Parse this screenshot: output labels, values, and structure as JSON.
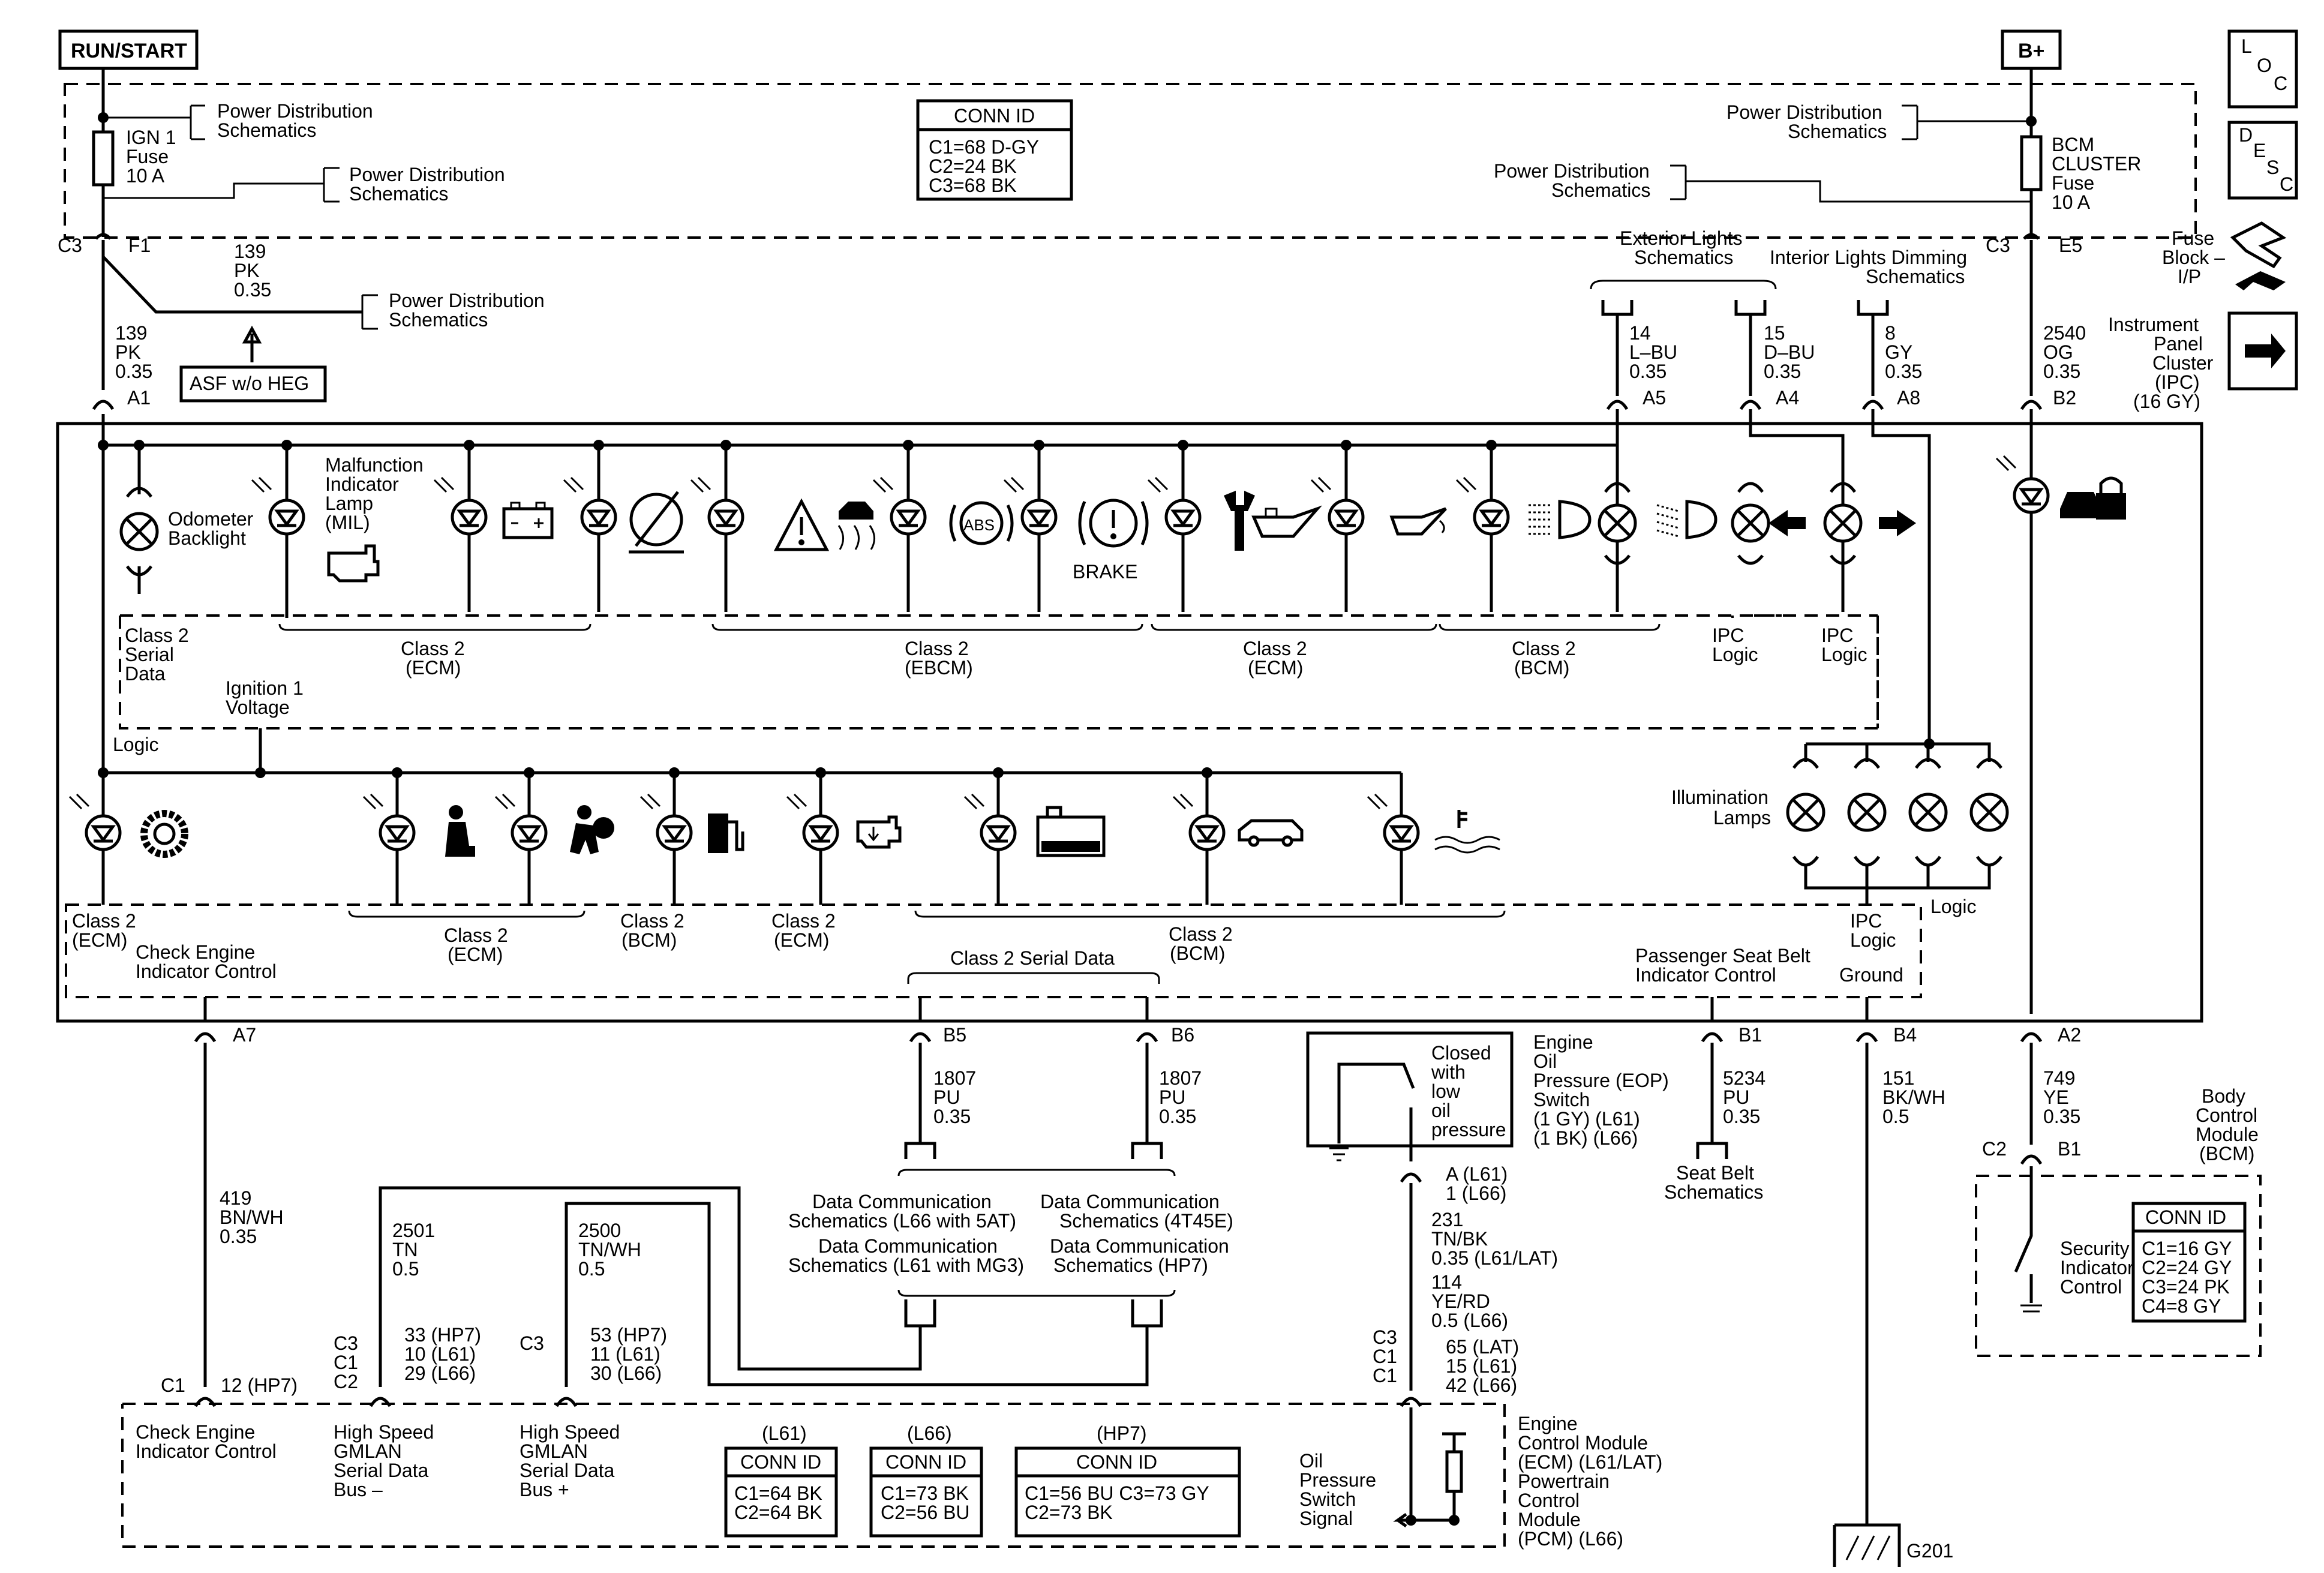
{
  "power": {
    "run_start": "RUN/START",
    "b_plus": "B+"
  },
  "fuses": {
    "ign1": [
      "IGN 1",
      "Fuse",
      "10 A"
    ],
    "bcm_cluster": [
      "BCM",
      "CLUSTER",
      "Fuse",
      "10 A"
    ]
  },
  "power_dist": [
    "Power Distribution",
    "Schematics"
  ],
  "conn_top": {
    "title": "CONN ID",
    "rows": [
      "C1=68 D-GY",
      "C2=24 BK",
      "C3=68 BK"
    ]
  },
  "side_icons": {
    "loc": [
      "L",
      "O",
      "C"
    ],
    "desc": [
      "D",
      "E",
      "S",
      "C"
    ],
    "fuse_block": [
      "Fuse",
      "Block –",
      "I/P"
    ],
    "ipc_label": [
      "Instrument",
      "Panel",
      "Cluster",
      "(IPC)",
      "(16 GY)"
    ]
  },
  "ign_wires": {
    "c3": "C3",
    "f1": "F1",
    "w139_top": [
      "139",
      "PK",
      "0.35"
    ],
    "w139_low": [
      "139",
      "PK",
      "0.35"
    ],
    "a1": "A1",
    "asf": "ASF w/o HEG"
  },
  "bplus_wires": {
    "c3": "C3",
    "e5": "E5",
    "w2540": [
      "2540",
      "OG",
      "0.35"
    ],
    "b2": "B2"
  },
  "exterior": {
    "title": [
      "Exterior Lights",
      "Schematics"
    ],
    "w14": [
      "14",
      "L–BU",
      "0.35"
    ],
    "a5": "A5",
    "w15": [
      "15",
      "D–BU",
      "0.35"
    ],
    "a4": "A4"
  },
  "interior": {
    "title": [
      "Interior Lights Dimming",
      "Schematics"
    ],
    "w8": [
      "8",
      "GY",
      "0.35"
    ],
    "a8": "A8"
  },
  "ipc_top": {
    "odometer": [
      "Odometer",
      "Backlight"
    ],
    "mil": [
      "Malfunction",
      "Indicator",
      "Lamp",
      "(MIL)"
    ],
    "brake": "BRAKE",
    "abs": "ABS",
    "class2_serial": [
      "Class 2",
      "Serial",
      "Data"
    ],
    "groups": [
      [
        "Class 2",
        "(ECM)"
      ],
      [
        "Class 2",
        "(EBCM)"
      ],
      [
        "Class 2",
        "(ECM)"
      ],
      [
        "Class 2",
        "(BCM)"
      ]
    ],
    "ipc_logic": [
      "IPC",
      "Logic"
    ],
    "ignition_voltage": [
      "Ignition 1",
      "Voltage"
    ],
    "logic": "Logic"
  },
  "ipc_bottom": {
    "class2_ecm_left": [
      "Class 2",
      "(ECM)"
    ],
    "check_engine": [
      "Check Engine",
      "Indicator Control"
    ],
    "group_ecm": [
      "Class 2",
      "(ECM)"
    ],
    "group_bcm_a": [
      "Class 2",
      "(BCM)"
    ],
    "group_ecm_b": [
      "Class 2",
      "(ECM)"
    ],
    "group_bcm_b": [
      "Class 2",
      "(BCM)"
    ],
    "class2_serial_data": "Class 2 Serial Data",
    "passenger_belt": [
      "Passenger Seat Belt",
      "Indicator Control"
    ],
    "ipc_logic_ground": [
      "IPC",
      "Logic",
      "Ground"
    ],
    "illumination": [
      "Illumination",
      "Lamps"
    ],
    "logic": "Logic"
  },
  "pins_lower": {
    "a7": "A7",
    "w419": [
      "419",
      "BN/WH",
      "0.35"
    ],
    "b5": "B5",
    "w1807a": [
      "1807",
      "PU",
      "0.35"
    ],
    "b6": "B6",
    "w1807b": [
      "1807",
      "PU",
      "0.35"
    ],
    "b1": "B1",
    "w5234": [
      "5234",
      "PU",
      "0.35"
    ],
    "b4": "B4",
    "w151": [
      "151",
      "BK/WH",
      "0.5"
    ],
    "a2": "A2",
    "w749": [
      "749",
      "YE",
      "0.35"
    ]
  },
  "data_comm": [
    [
      "Data Communication",
      "Schematics (L66 with 5AT)"
    ],
    [
      "Data Communication",
      "Schematics (4T45E)"
    ],
    [
      "Data Communication",
      "Schematics (L61 with MG3)"
    ],
    [
      "Data Communication",
      "Schematics (HP7)"
    ]
  ],
  "seat_belt_sch": [
    "Seat Belt",
    "Schematics"
  ],
  "eop": {
    "switch_text": [
      "Closed",
      "with",
      "low",
      "oil",
      "pressure"
    ],
    "label": [
      "Engine",
      "Oil",
      "Pressure (EOP)",
      "Switch",
      "(1 GY) (L61)",
      "(1 BK) (L66)"
    ],
    "pin": [
      "A (L61)",
      "1 (L66)"
    ],
    "w231": [
      "231",
      "TN/BK",
      "0.35 (L61/LAT)"
    ],
    "w114": [
      "114",
      "YE/RD",
      "0.5 (L66)"
    ]
  },
  "bcm": {
    "c2": "C2",
    "b1": "B1",
    "title": [
      "Body",
      "Control",
      "Module",
      "(BCM)"
    ],
    "security": [
      "Security",
      "Indicator",
      "Control"
    ],
    "conn": {
      "title": "CONN ID",
      "rows": [
        "C1=16 GY",
        "C2=24 GY",
        "C3=24 PK",
        "C4=8 GY"
      ]
    }
  },
  "gmlan": {
    "w2501": [
      "2501",
      "TN",
      "0.5"
    ],
    "w2500": [
      "2500",
      "TN/WH",
      "0.5"
    ],
    "c3": "C3",
    "c3c1c2": [
      "C3",
      "C1",
      "C2"
    ],
    "pins_a": [
      "33 (HP7)",
      "10 (L61)",
      "29 (L66)"
    ],
    "pins_b": [
      "53 (HP7)",
      "11 (L61)",
      "30 (L66)"
    ],
    "c1": "C1",
    "p12": "12 (HP7)",
    "c3c1c1": [
      "C3",
      "C1",
      "C1"
    ],
    "pins_c": [
      "65 (LAT)",
      "15 (L61)",
      "42 (L66)"
    ]
  },
  "ecm": {
    "check_engine": [
      "Check Engine",
      "Indicator Control"
    ],
    "gmlan_minus": [
      "High Speed",
      "GMLAN",
      "Serial Data",
      "Bus –"
    ],
    "gmlan_plus": [
      "High Speed",
      "GMLAN",
      "Serial Data",
      "Bus +"
    ],
    "oil_switch": [
      "Oil",
      "Pressure",
      "Switch",
      "Signal"
    ],
    "title": [
      "Engine",
      "Control Module",
      "(ECM) (L61/LAT)",
      "Powertrain",
      "Control",
      "Module",
      "(PCM) (L66)"
    ],
    "conn_l61": {
      "head": "(L61)",
      "title": "CONN ID",
      "rows": [
        "C1=64 BK",
        "C2=64 BK"
      ]
    },
    "conn_l66": {
      "head": "(L66)",
      "title": "CONN ID",
      "rows": [
        "C1=73 BK",
        "C2=56 BU"
      ]
    },
    "conn_hp7": {
      "head": "(HP7)",
      "title": "CONN ID",
      "rows": [
        "C1=56 BU  C3=73 GY",
        "C2=73 BK"
      ]
    }
  },
  "ground": "G201"
}
